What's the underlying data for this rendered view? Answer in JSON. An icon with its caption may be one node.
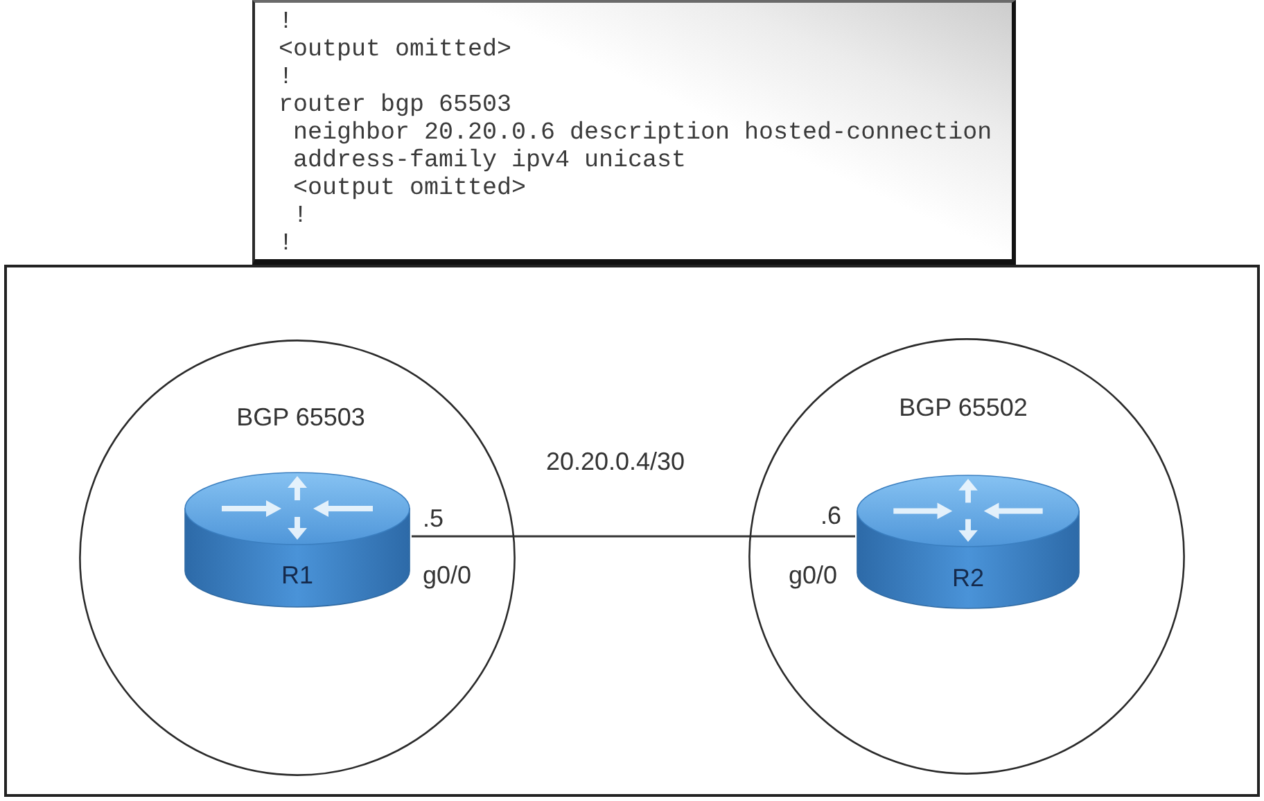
{
  "diagram": {
    "nodes": [
      {
        "text": [
          "!",
          "<output omitted>",
          "!",
          "router bgp 65503",
          "neighbor 20.20.0.6 description hosted-connection",
          "address-family ipv4 unicast",
          "<output omitted>",
          "!",
          "!"
        ]
      },
      {
        "text": [],
        "shape": "box"
      },
      {
        "text": [
          "BGP 65503"
        ],
        "in": 1
      },
      {
        "text": [
          "R1"
        ],
        "in": 2,
        "beside": [
          ".5",
          "g0/0"
        ]
      },
      {
        "text": [
          "BGP 65502"
        ],
        "in": 1
      },
      {
        "text": [
          "R2"
        ],
        "in": 4,
        "beside": [
          ".6",
          "g0/0"
        ]
      }
    ],
    "edges": [
      {
        "from": 3,
        "to": 5,
        "arrow": "none",
        "label": "20.20.0.4/30"
      }
    ]
  }
}
